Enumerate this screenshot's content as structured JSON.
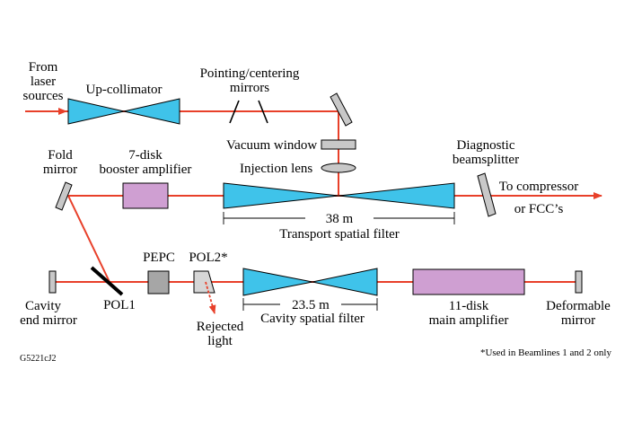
{
  "labels": {
    "from_laser_1": "From",
    "from_laser_2": "laser",
    "from_laser_3": "sources",
    "up_collimator": "Up-collimator",
    "pointing_1": "Pointing/centering",
    "pointing_2": "mirrors",
    "vacuum_window": "Vacuum window",
    "injection_lens": "Injection lens",
    "fold_mirror_1": "Fold",
    "fold_mirror_2": "mirror",
    "booster_1": "7-disk",
    "booster_2": "booster amplifier",
    "diagnostic_1": "Diagnostic",
    "diagnostic_2": "beamsplitter",
    "to_compressor_1": "To compressor",
    "to_compressor_2": "or FCC’s",
    "tsf_length": "38 m",
    "tsf_name": "Transport spatial filter",
    "pepc": "PEPC",
    "pol2": "POL2*",
    "pol1": "POL1",
    "cavity_end_1": "Cavity",
    "cavity_end_2": "end mirror",
    "rejected_1": "Rejected",
    "rejected_2": "light",
    "csf_length": "23.5 m",
    "csf_name": "Cavity spatial filter",
    "main_amp_1": "11-disk",
    "main_amp_2": "main amplifier",
    "deformable_1": "Deformable",
    "deformable_2": "mirror",
    "footnote": "*Used in Beamlines 1 and 2 only",
    "figure_id": "G5221cJ2"
  },
  "colors": {
    "beam": "#e8402a",
    "spatial_filter": "#3fc3ea",
    "amplifier": "#cf9fd2",
    "optic_gray": "#c8c8c8",
    "pepc_gray": "#a6a6a6",
    "outline": "#000000"
  }
}
